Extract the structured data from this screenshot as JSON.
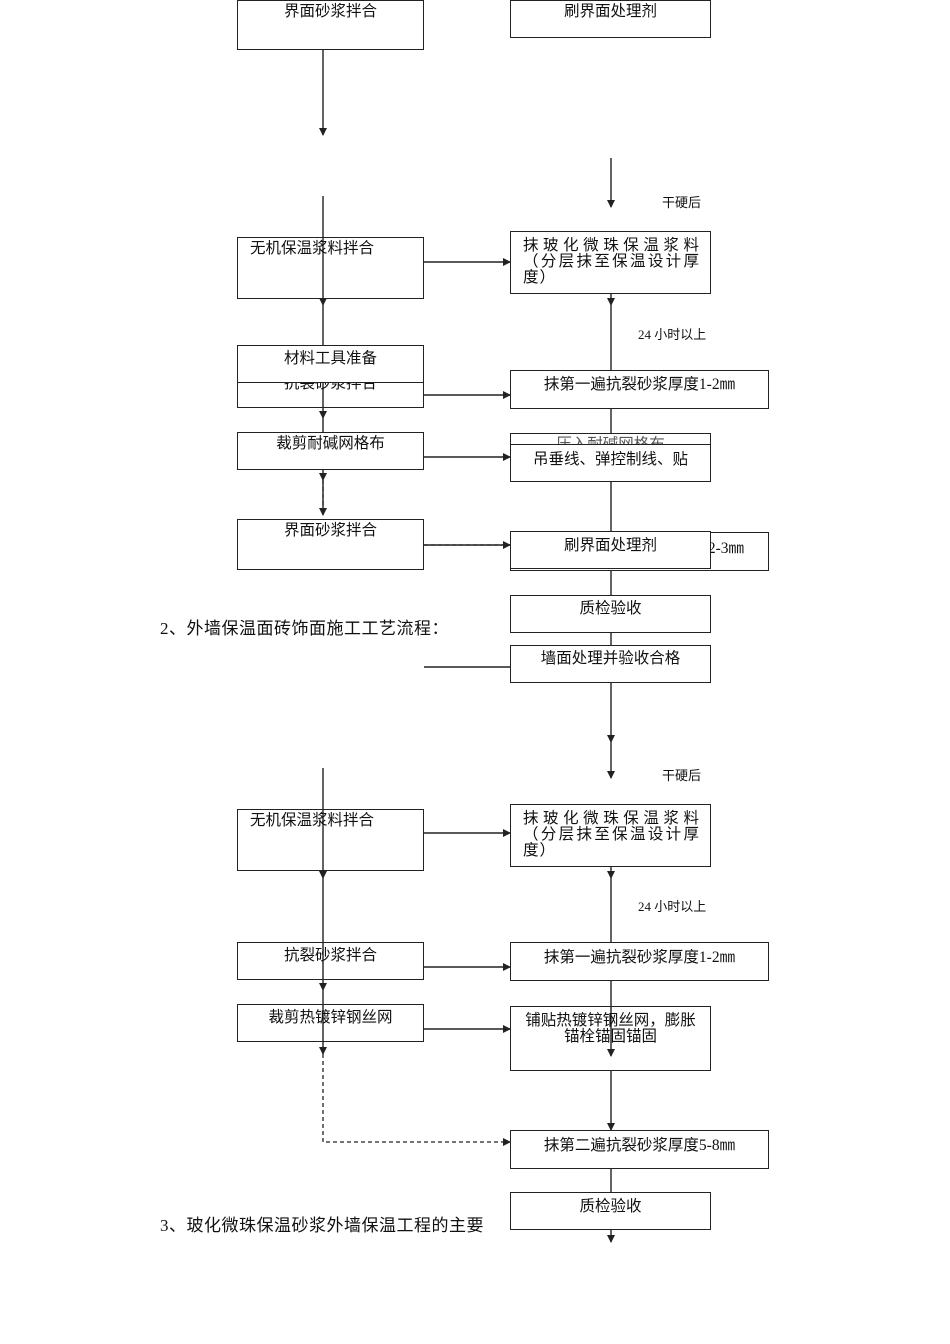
{
  "flowchart_1": {
    "left_col": {
      "interface_mortar_top": "界面砂浆拌合",
      "inorganic_mix": "无机保温浆料拌合",
      "crack_mortar": "抗裂砂浆拌合",
      "cut_mesh": "裁剪耐碱网格布",
      "interface_mortar": "界面砂浆拌合",
      "materials_prep": "材料工具准备"
    },
    "right_col": {
      "brush_top": "刷界面处理剂",
      "apply_glass": "抹玻化微珠保温浆料（分层抹至保温设计厚度）",
      "crack_first": "抹第一遍抗裂砂浆厚度1-2㎜",
      "plumb_line": "吊垂线、弹控制线、贴",
      "hidden_mesh_cut": "压入耐碱网格布",
      "brush": "刷界面处理剂",
      "second_hidden_tail": "2-3㎜",
      "qc": "质检验收",
      "wall_treatment": "墙面处理并验收合格"
    },
    "notes": {
      "dry_after": "干硬后",
      "over_24h": "24 小时以上"
    }
  },
  "heading_2": "2、外墙保温面砖饰面施工工艺流程：",
  "flowchart_2": {
    "left_col": {
      "inorganic_mix": "无机保温浆料拌合",
      "crack_mortar": "抗裂砂浆拌合",
      "cut_steel_mesh": "裁剪热镀锌钢丝网"
    },
    "right_col": {
      "apply_glass": "抹玻化微珠保温浆料（分层抹至保温设计厚度）",
      "crack_first": "抹第一遍抗裂砂浆厚度1-2㎜",
      "steel_mesh": "铺贴热镀锌钢丝网，膨胀锚栓锚固锚固",
      "crack_second": "抹第二遍抗裂砂浆厚度5-8㎜",
      "qc": "质检验收"
    },
    "notes": {
      "dry_after": "干硬后",
      "over_24h": "24 小时以上"
    }
  },
  "heading_3": "3、玻化微珠保温砂浆外墙保温工程的主要",
  "colors": {
    "line": "#222222",
    "background": "#ffffff"
  }
}
